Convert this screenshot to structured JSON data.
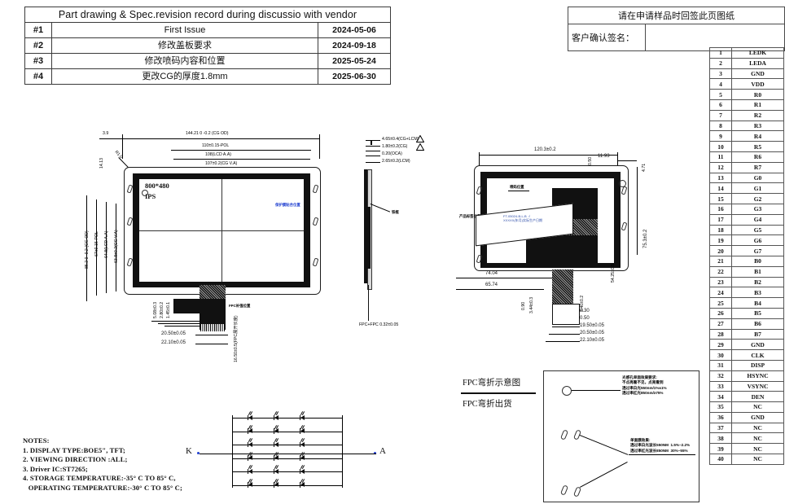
{
  "revision": {
    "title": "Part drawing & Spec.revision record during discussio with vendor",
    "rows": [
      {
        "id": "#1",
        "desc": "First Issue",
        "date": "2024-05-06"
      },
      {
        "id": "#2",
        "desc": "修改盖板要求",
        "date": "2024-09-18"
      },
      {
        "id": "#3",
        "desc": "修改喷码内容和位置",
        "date": "2025-05-24"
      },
      {
        "id": "#4",
        "desc": "更改CG的厚度1.8mm",
        "date": "2025-06-30"
      }
    ]
  },
  "signature": {
    "header": "请在申请样品时回签此页图纸",
    "label": "客户确认签名：",
    "value": ""
  },
  "pin_table": {
    "pins": [
      {
        "no": "1",
        "name": "LEDK"
      },
      {
        "no": "2",
        "name": "LEDA"
      },
      {
        "no": "3",
        "name": "GND"
      },
      {
        "no": "4",
        "name": "VDD"
      },
      {
        "no": "5",
        "name": "R0"
      },
      {
        "no": "6",
        "name": "R1"
      },
      {
        "no": "7",
        "name": "R2"
      },
      {
        "no": "8",
        "name": "R3"
      },
      {
        "no": "9",
        "name": "R4"
      },
      {
        "no": "10",
        "name": "R5"
      },
      {
        "no": "11",
        "name": "R6"
      },
      {
        "no": "12",
        "name": "R7"
      },
      {
        "no": "13",
        "name": "G0"
      },
      {
        "no": "14",
        "name": "G1"
      },
      {
        "no": "15",
        "name": "G2"
      },
      {
        "no": "16",
        "name": "G3"
      },
      {
        "no": "17",
        "name": "G4"
      },
      {
        "no": "18",
        "name": "G5"
      },
      {
        "no": "19",
        "name": "G6"
      },
      {
        "no": "20",
        "name": "G7"
      },
      {
        "no": "21",
        "name": "B0"
      },
      {
        "no": "22",
        "name": "B1"
      },
      {
        "no": "23",
        "name": "B2"
      },
      {
        "no": "24",
        "name": "B3"
      },
      {
        "no": "25",
        "name": "B4"
      },
      {
        "no": "26",
        "name": "B5"
      },
      {
        "no": "27",
        "name": "B6"
      },
      {
        "no": "28",
        "name": "B7"
      },
      {
        "no": "29",
        "name": "GND"
      },
      {
        "no": "30",
        "name": "CLK"
      },
      {
        "no": "31",
        "name": "DISP"
      },
      {
        "no": "32",
        "name": "HSYNC"
      },
      {
        "no": "33",
        "name": "VSYNC"
      },
      {
        "no": "34",
        "name": "DEN"
      },
      {
        "no": "35",
        "name": "NC"
      },
      {
        "no": "36",
        "name": "GND"
      },
      {
        "no": "37",
        "name": "NC"
      },
      {
        "no": "38",
        "name": "NC"
      },
      {
        "no": "39",
        "name": "NC"
      },
      {
        "no": "40",
        "name": "NC"
      }
    ]
  },
  "notes": {
    "text": "NOTES:\n1. DISPLAY TYPE:BOE5\", TFT;\n2. VIEWING DIRECTION :ALL;\n3. Driver IC:ST7265;\n4. STORAGE TEMPERATURE:-35° C TO 85° C,\n   OPERATING TEMPERATURE:-30° C TO 85° C;"
  },
  "front_view": {
    "screen_resolution": "800*480",
    "screen_tech": "IPS",
    "dims": {
      "overall_w": "144.21 0 -0.2 (CG OD)",
      "pol_w": "110±0.15-POL",
      "lcd_aa_w": "108(LCD A.A)",
      "cg_va_w": "107±0.2(CG V.A)",
      "left_3_9": "3.9",
      "left_14_13": "14.13",
      "radius": "R1.0",
      "h_cg_od": "85.2 0 -0.2 (CG OD)",
      "h_pol": "67±0.15-POL",
      "h_lcd_aa": "64.8(LCD A.A)",
      "h_cg_va": "63.8±0.2(CG V.A)",
      "fpc_a": "5.08±0.3",
      "fpc_b": "2.80±0.2",
      "fpc_c": "1.45±0.1",
      "fpc_d": "20.50±0.05",
      "fpc_e": "22.10±0.05",
      "fpc_f": "16.50±0.5(FPC展开长度)",
      "cn_label_pol": "保护膜贴合位置",
      "cn_label_fpc": "FPC补强位置"
    }
  },
  "side_view": {
    "stack": [
      "4.65±0.4(CG+LCM)",
      "1.80±0.2(CG)",
      "0.20(OCA)",
      "2.65±0.2(LCM)"
    ],
    "bottom_dim": "FPC+FPC 0.32±0.05",
    "label_cn": "铁框"
  },
  "back_view": {
    "dims": {
      "top_w": "120.3±0.2",
      "top_off": "11.93",
      "right_small": "4.71",
      "right_h": "75.3±0.2",
      "l_74": "74.04",
      "l_65": "65.74",
      "v_0_30": "0.30",
      "v_0_50": "0.50",
      "v_19_50": "19.50±0.05",
      "v_20_50": "20.50±0.05",
      "v_22_10": "22.10±0.05",
      "v_3_40": "3.40±0.2",
      "v_54_25": "54.25±0.5",
      "v_0_90": "0.90",
      "v_3_44": "3.44±0.3",
      "v_0_50b": "0.50"
    },
    "label_cn_1": "喷码位置",
    "label_cn_2": "产品标签位置",
    "blue_text": "FT-05024-B-L-B  √\nXXXXX(年月)实际生产日期"
  },
  "fpc_bend": {
    "title_top": "FPC弯折示意图",
    "title_bottom": "FPC弯折出货",
    "note_1": "光感孔单面效果要求:\n不点亮看不见，点亮看到\n透过率白光550nm/1%±1%\n透过率红光850nm/≥75%",
    "note_2": "单面膜效果:\n透过率白光波长550NM  1.5%~2.2%\n透过率红光波长850NM  30%~55%"
  },
  "led_circuit": {
    "cathode": "K",
    "anode": "A",
    "rows": 6,
    "leds_per_row": 3
  },
  "colors": {
    "line": "#111111",
    "blue_text": "#2b4ba8",
    "table_border": "#3a3a3a"
  }
}
